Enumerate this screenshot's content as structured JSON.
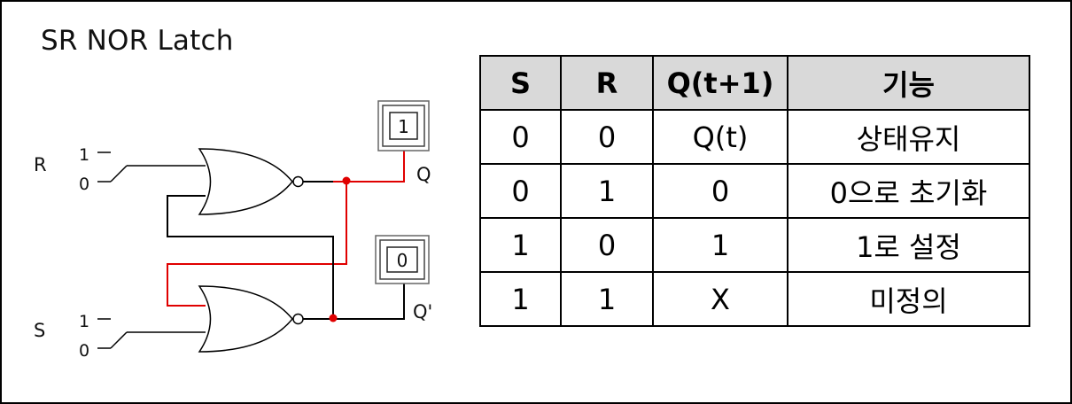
{
  "title": "SR NOR Latch",
  "circuit": {
    "inputs": [
      {
        "name": "R",
        "high": "1",
        "low": "0",
        "state": "0"
      },
      {
        "name": "S",
        "high": "1",
        "low": "0",
        "state": "0"
      }
    ],
    "outputs": [
      {
        "name": "Q",
        "value": "1"
      },
      {
        "name": "Q'",
        "value": "0"
      }
    ],
    "colors": {
      "active_wire": "#e00000",
      "wire": "#000000",
      "indicator_frame": "#666666"
    }
  },
  "table": {
    "headers": [
      "S",
      "R",
      "Q(t+1)",
      "기능"
    ],
    "rows": [
      [
        "0",
        "0",
        "Q(t)",
        "상태유지"
      ],
      [
        "0",
        "1",
        "0",
        "0으로 초기화"
      ],
      [
        "1",
        "0",
        "1",
        "1로 설정"
      ],
      [
        "1",
        "1",
        "X",
        "미정의"
      ]
    ],
    "colors": {
      "header_bg": "#d9d9d9"
    }
  }
}
